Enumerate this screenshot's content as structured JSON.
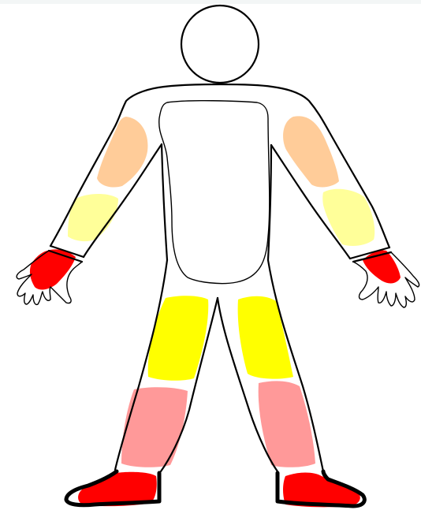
{
  "colors": {
    "background": "#ffffff",
    "outline": "#000000",
    "upper_arm_zone": "#ffcc99",
    "forearm_zone": "#ffff99",
    "hand_zone": "#ff0000",
    "thigh_zone": "#ffff00",
    "shin_zone": "#ff9999",
    "foot_zone": "#ff0000"
  },
  "zones": [
    {
      "region": "upper-arm",
      "color": "#ffcc99"
    },
    {
      "region": "forearm",
      "color": "#ffff99"
    },
    {
      "region": "hand",
      "color": "#ff0000"
    },
    {
      "region": "thigh",
      "color": "#ffff00"
    },
    {
      "region": "shin",
      "color": "#ff9999"
    },
    {
      "region": "foot",
      "color": "#ff0000"
    }
  ]
}
